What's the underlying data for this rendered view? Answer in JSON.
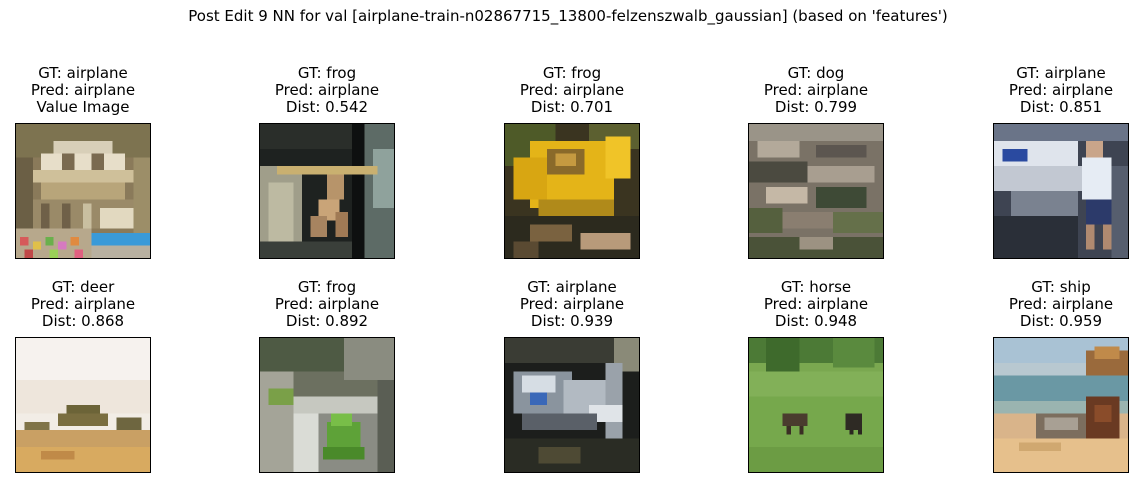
{
  "figure": {
    "title": "Post Edit 9 NN for val [airplane-train-n02867715_13800-felzenszwalb_gaussian] (based on 'features')"
  },
  "panels": [
    {
      "gt": "GT: airplane",
      "pred": "Pred: airplane",
      "extra": "Value Image",
      "image_icon": "dome-structure-thumbnail"
    },
    {
      "gt": "GT: frog",
      "pred": "Pred: airplane",
      "extra": "Dist: 0.542",
      "image_icon": "frog-on-stick-thumbnail"
    },
    {
      "gt": "GT: frog",
      "pred": "Pred: airplane",
      "extra": "Dist: 0.701",
      "image_icon": "frog-on-yellow-leaf-thumbnail"
    },
    {
      "gt": "GT: dog",
      "pred": "Pred: airplane",
      "extra": "Dist: 0.799",
      "image_icon": "dogs-on-rocks-thumbnail"
    },
    {
      "gt": "GT: airplane",
      "pred": "Pred: airplane",
      "extra": "Dist: 0.851",
      "image_icon": "person-by-aircraft-thumbnail"
    },
    {
      "gt": "GT: deer",
      "pred": "Pred: airplane",
      "extra": "Dist: 0.868",
      "image_icon": "savanna-thumbnail"
    },
    {
      "gt": "GT: frog",
      "pred": "Pred: airplane",
      "extra": "Dist: 0.892",
      "image_icon": "green-frog-on-ledge-thumbnail"
    },
    {
      "gt": "GT: airplane",
      "pred": "Pred: airplane",
      "extra": "Dist: 0.939",
      "image_icon": "metal-aircraft-thumbnail"
    },
    {
      "gt": "GT: horse",
      "pred": "Pred: airplane",
      "extra": "Dist: 0.948",
      "image_icon": "horses-in-field-thumbnail"
    },
    {
      "gt": "GT: ship",
      "pred": "Pred: airplane",
      "extra": "Dist: 0.959",
      "image_icon": "boat-on-beach-thumbnail"
    }
  ]
}
